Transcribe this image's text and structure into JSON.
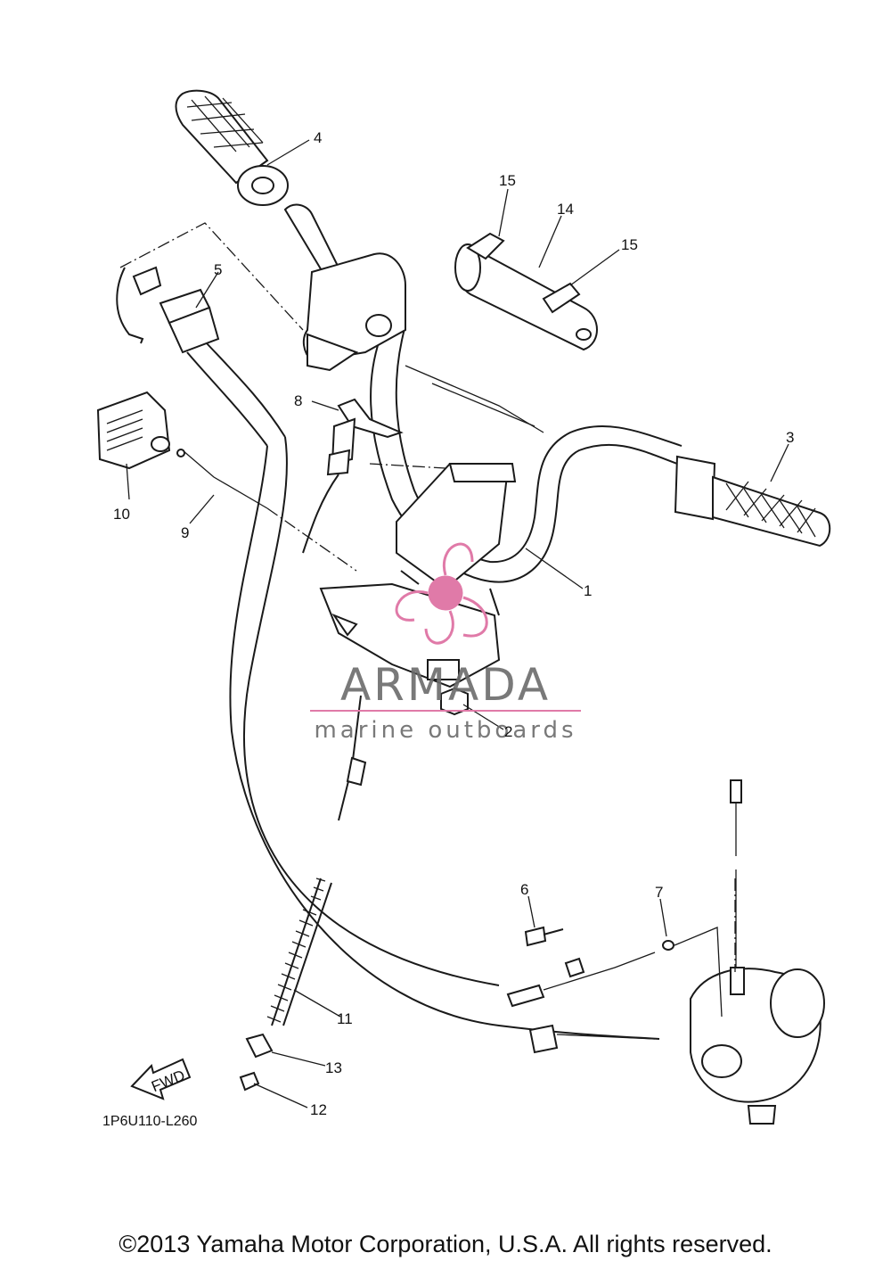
{
  "diagram": {
    "callouts": [
      "1",
      "2",
      "3",
      "4",
      "5",
      "6",
      "7",
      "8",
      "9",
      "10",
      "11",
      "12",
      "13",
      "14",
      "15",
      "15"
    ],
    "fwd_label": "FWD",
    "diagram_code": "1P6U110-L260"
  },
  "watermark": {
    "brand": "ARMADA",
    "tagline": "marine outboards",
    "accent_color": "#e07aa8"
  },
  "footer": {
    "copyright": "©2013 Yamaha Motor Corporation, U.S.A. All rights reserved."
  }
}
